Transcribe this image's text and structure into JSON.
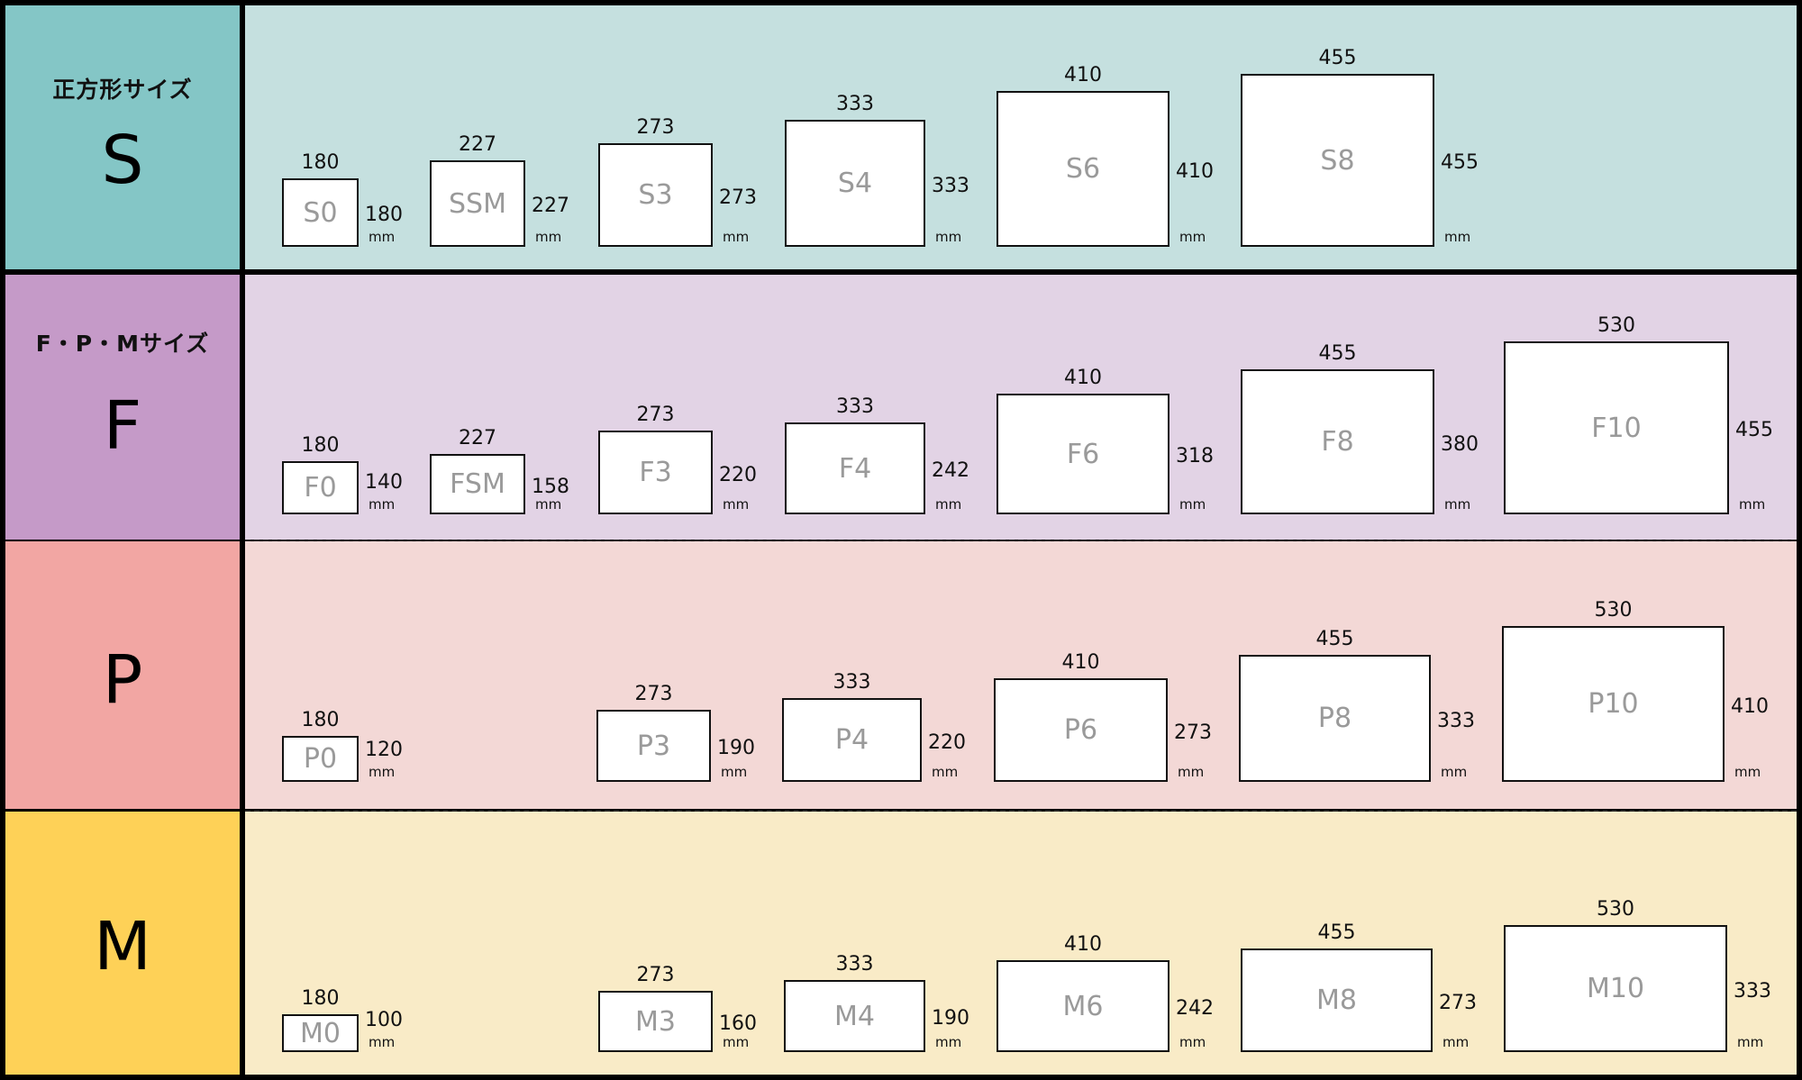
{
  "unit": "mm",
  "colors": {
    "S": {
      "label_bg": "#84c6c6",
      "content_bg": "#c5e0df"
    },
    "F": {
      "label_bg": "#c59ac8",
      "content_bg": "#e2d3e5"
    },
    "P": {
      "label_bg": "#f2a6a3",
      "content_bg": "#f3d8d6"
    },
    "M": {
      "label_bg": "#fed157",
      "content_bg": "#f9ebc7"
    }
  },
  "rows": [
    {
      "key": "S",
      "letter": "S",
      "subtitle": "正方形サイズ",
      "items": [
        {
          "name": "S0",
          "width": "180",
          "height": "180"
        },
        {
          "name": "SSM",
          "width": "227",
          "height": "227"
        },
        {
          "name": "S3",
          "width": "273",
          "height": "273"
        },
        {
          "name": "S4",
          "width": "333",
          "height": "333"
        },
        {
          "name": "S6",
          "width": "410",
          "height": "410"
        },
        {
          "name": "S8",
          "width": "455",
          "height": "455"
        }
      ]
    },
    {
      "key": "F",
      "letter": "F",
      "subtitle": "F・P・Mサイズ",
      "items": [
        {
          "name": "F0",
          "width": "180",
          "height": "140"
        },
        {
          "name": "FSM",
          "width": "227",
          "height": "158"
        },
        {
          "name": "F3",
          "width": "273",
          "height": "220"
        },
        {
          "name": "F4",
          "width": "333",
          "height": "242"
        },
        {
          "name": "F6",
          "width": "410",
          "height": "318"
        },
        {
          "name": "F8",
          "width": "455",
          "height": "380"
        },
        {
          "name": "F10",
          "width": "530",
          "height": "455"
        }
      ]
    },
    {
      "key": "P",
      "letter": "P",
      "subtitle": "",
      "items": [
        {
          "name": "P0",
          "width": "180",
          "height": "120"
        },
        {
          "name": "P3",
          "width": "273",
          "height": "190"
        },
        {
          "name": "P4",
          "width": "333",
          "height": "220"
        },
        {
          "name": "P6",
          "width": "410",
          "height": "273"
        },
        {
          "name": "P8",
          "width": "455",
          "height": "333"
        },
        {
          "name": "P10",
          "width": "530",
          "height": "410"
        }
      ]
    },
    {
      "key": "M",
      "letter": "M",
      "subtitle": "",
      "items": [
        {
          "name": "M0",
          "width": "180",
          "height": "100"
        },
        {
          "name": "M3",
          "width": "273",
          "height": "160"
        },
        {
          "name": "M4",
          "width": "333",
          "height": "190"
        },
        {
          "name": "M6",
          "width": "410",
          "height": "242"
        },
        {
          "name": "M8",
          "width": "455",
          "height": "273"
        },
        {
          "name": "M10",
          "width": "530",
          "height": "333"
        }
      ]
    }
  ]
}
